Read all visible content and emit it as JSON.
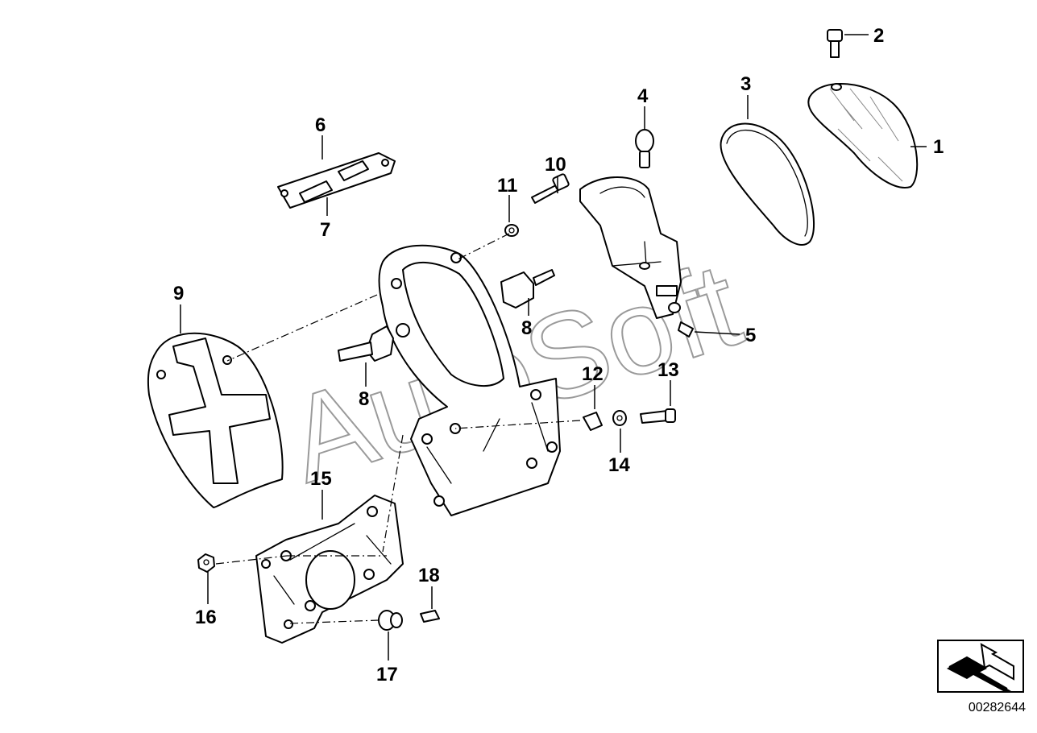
{
  "diagram": {
    "watermark": "AutoSoft",
    "reference_number": "00282644",
    "callouts": {
      "c1": "1",
      "c2": "2",
      "c3": "3",
      "c4": "4",
      "c5": "5",
      "c6": "6",
      "c7": "7",
      "c8a": "8",
      "c8b": "8",
      "c9": "9",
      "c10": "10",
      "c11": "11",
      "c12": "12",
      "c13": "13",
      "c14": "14",
      "c15": "15",
      "c16": "16",
      "c17": "17",
      "c18": "18"
    },
    "icons": {
      "nav": "arrow-icon"
    }
  }
}
